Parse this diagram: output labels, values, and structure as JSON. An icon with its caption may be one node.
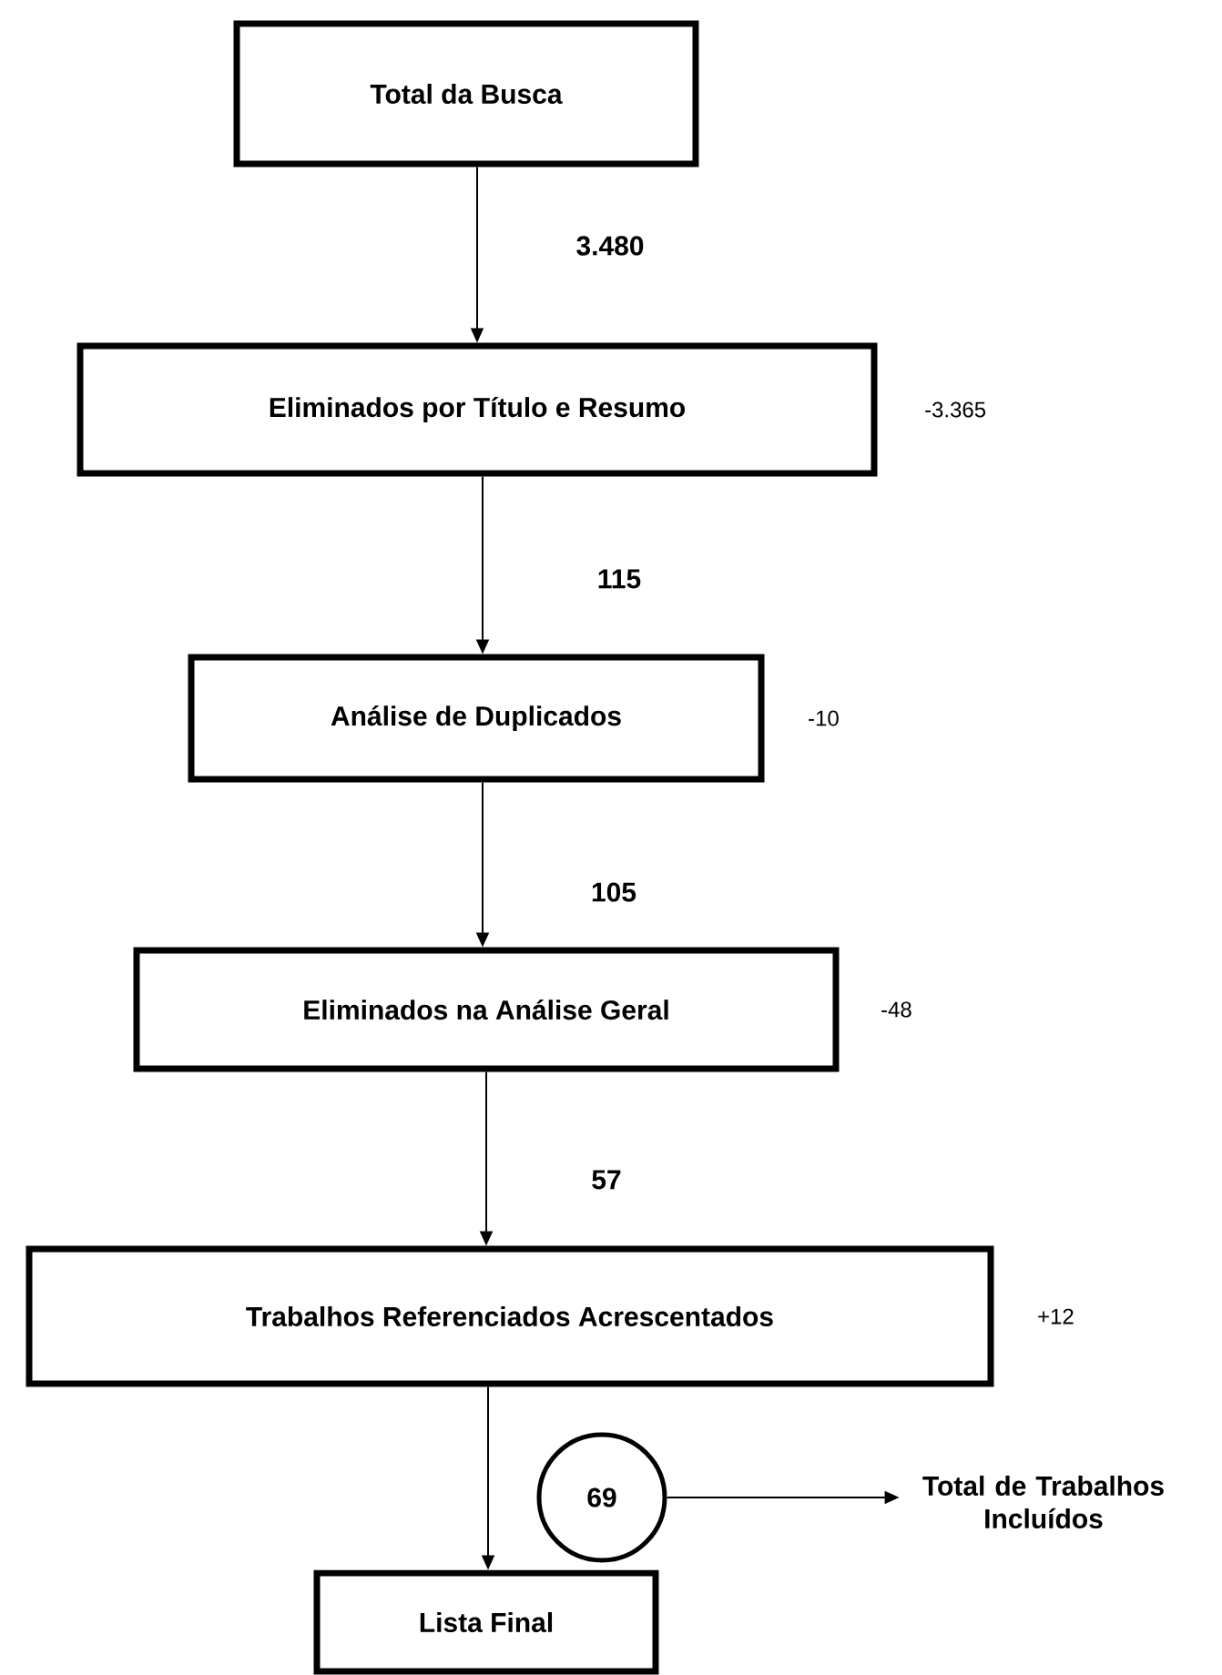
{
  "diagram": {
    "nodes": [
      {
        "text": [
          "Total da Busca"
        ]
      },
      {
        "text": [
          "Eliminados por Título e Resumo"
        ],
        "beside": [
          "-3.365"
        ]
      },
      {
        "text": [
          "Análise de Duplicados"
        ],
        "beside": [
          "-10"
        ]
      },
      {
        "text": [
          "Eliminados na Análise Geral"
        ],
        "beside": [
          "-48"
        ]
      },
      {
        "text": [
          "Trabalhos Referenciados Acrescentados"
        ],
        "beside": [
          "+12"
        ]
      },
      {
        "text": [
          "69"
        ]
      },
      {
        "text": [
          "Total de Trabalhos Incluídos"
        ]
      },
      {
        "text": [
          "Lista Final"
        ]
      }
    ],
    "edges": [
      {
        "from": 0,
        "to": 1,
        "arrow": "to",
        "label": "3.480"
      },
      {
        "from": 1,
        "to": 2,
        "arrow": "to",
        "label": "115"
      },
      {
        "from": 2,
        "to": 3,
        "arrow": "to",
        "label": "105"
      },
      {
        "from": 3,
        "to": 4,
        "arrow": "to",
        "label": "57"
      },
      {
        "from": 4,
        "to": 7,
        "arrow": "to"
      },
      {
        "from": 5,
        "to": 6,
        "arrow": "to"
      }
    ]
  }
}
